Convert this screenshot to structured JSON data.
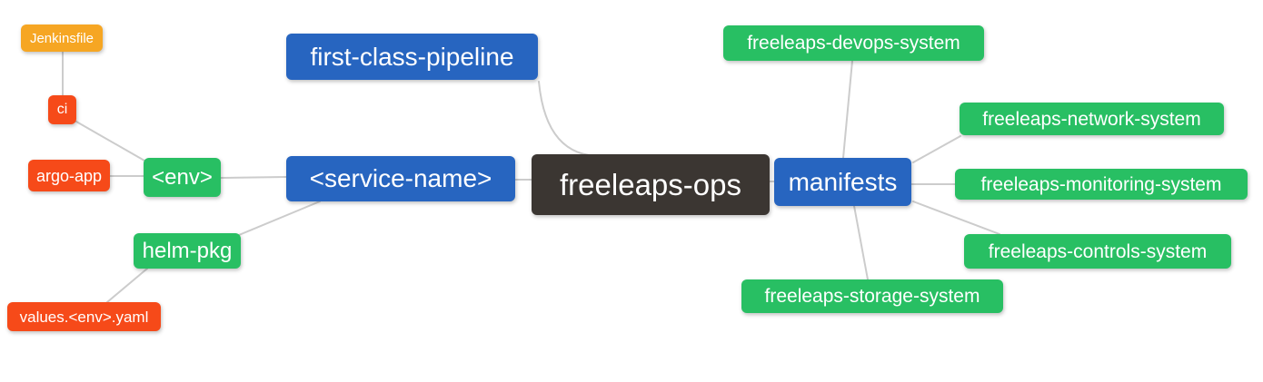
{
  "diagram": {
    "type": "mindmap",
    "background_color": "#ffffff",
    "edge_color": "#cccccc",
    "nodes": {
      "jenkinsfile": {
        "label": "Jenkinsfile",
        "color": "#f6a623"
      },
      "ci": {
        "label": "ci",
        "color": "#f64a19"
      },
      "argo_app": {
        "label": "argo-app",
        "color": "#f64a19"
      },
      "env": {
        "label": "<env>",
        "color": "#28bf63"
      },
      "helm_pkg": {
        "label": "helm-pkg",
        "color": "#28bf63"
      },
      "values_env_yaml": {
        "label": "values.<env>.yaml",
        "color": "#f64a19"
      },
      "first_class_pipeline": {
        "label": "first-class-pipeline",
        "color": "#2765c0"
      },
      "service_name": {
        "label": "<service-name>",
        "color": "#2765c0"
      },
      "freeleaps_ops": {
        "label": "freeleaps-ops",
        "color": "#3b3632"
      },
      "manifests": {
        "label": "manifests",
        "color": "#2765c0"
      },
      "devops_system": {
        "label": "freeleaps-devops-system",
        "color": "#28bf63"
      },
      "network_system": {
        "label": "freeleaps-network-system",
        "color": "#28bf63"
      },
      "monitoring_system": {
        "label": "freeleaps-monitoring-system",
        "color": "#28bf63"
      },
      "controls_system": {
        "label": "freeleaps-controls-system",
        "color": "#28bf63"
      },
      "storage_system": {
        "label": "freeleaps-storage-system",
        "color": "#28bf63"
      }
    },
    "edges": [
      {
        "from": "jenkinsfile",
        "to": "ci"
      },
      {
        "from": "ci",
        "to": "env"
      },
      {
        "from": "argo_app",
        "to": "env"
      },
      {
        "from": "env",
        "to": "service_name"
      },
      {
        "from": "helm_pkg",
        "to": "service_name"
      },
      {
        "from": "values_env_yaml",
        "to": "helm_pkg"
      },
      {
        "from": "first_class_pipeline",
        "to": "freeleaps_ops"
      },
      {
        "from": "service_name",
        "to": "freeleaps_ops"
      },
      {
        "from": "freeleaps_ops",
        "to": "manifests"
      },
      {
        "from": "manifests",
        "to": "devops_system"
      },
      {
        "from": "manifests",
        "to": "network_system"
      },
      {
        "from": "manifests",
        "to": "monitoring_system"
      },
      {
        "from": "manifests",
        "to": "controls_system"
      },
      {
        "from": "manifests",
        "to": "storage_system"
      }
    ]
  }
}
